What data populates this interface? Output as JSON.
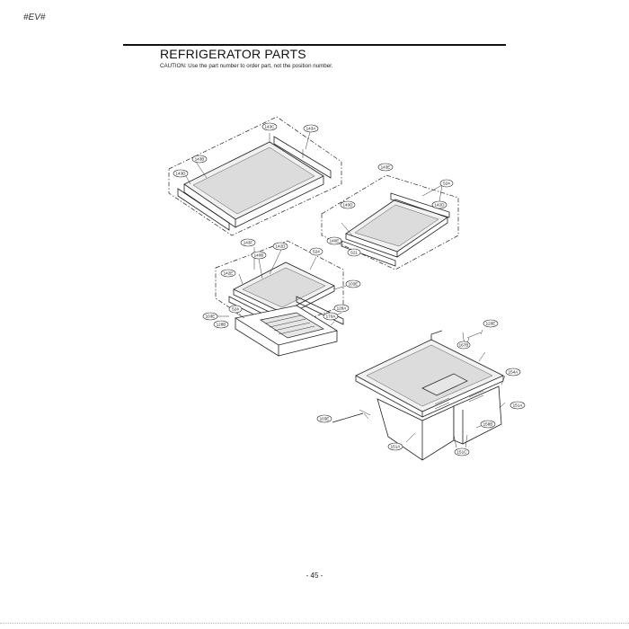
{
  "header": {
    "corner_code": "#EV#",
    "title": "REFRIGERATOR PARTS",
    "caution": "CAUTION: Use the part number to order part, not the position number."
  },
  "footer": {
    "page_number": "- 45 -"
  },
  "callouts": {
    "shelf_top": [
      "143C",
      "143A",
      "143B",
      "143D"
    ],
    "shelf_right": [
      "143E",
      "524",
      "140D",
      "142D",
      "140E",
      "S21"
    ],
    "crisper_left": [
      "143F",
      "142D",
      "524",
      "140B",
      "142E",
      "103E",
      "128A",
      "170A",
      "524",
      "103E",
      "128B"
    ],
    "crisper_right": [
      "120E",
      "167B",
      "154A",
      "151A",
      "158B",
      "103E",
      "151A",
      "151C"
    ]
  }
}
